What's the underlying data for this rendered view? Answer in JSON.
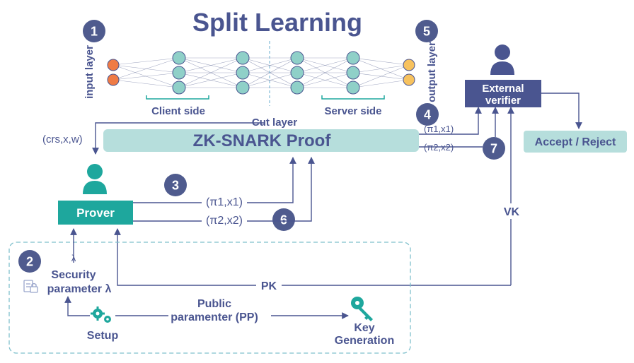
{
  "title": "Split Learning",
  "labels": {
    "input_layer": "input layer",
    "output_layer": "output layer",
    "client_side": "Client side",
    "server_side": "Server side",
    "cut_layer": "Cut layer",
    "crs": "(crs,x,w)",
    "zk_proof": "ZK-SNARK Proof",
    "prover": "Prover",
    "external_verifier_line1": "External",
    "external_verifier_line2": "verifier",
    "accept_reject": "Accept / Reject",
    "pi1_x1": "(π1,x1)",
    "pi2_x2": "(π2,x2)",
    "pi1_x1_small": "(π1,x1)",
    "pi2_x2_small": "(π2,x2)",
    "vk": "VK",
    "pk": "PK",
    "lambda": "λ",
    "security_line1": "Security",
    "security_line2": "parameter λ",
    "setup": "Setup",
    "public_line1": "Public",
    "public_line2": "paramenter (PP)",
    "key_line1": "Key",
    "key_line2": "Generation"
  },
  "badges": [
    "1",
    "2",
    "3",
    "4",
    "5",
    "6",
    "7"
  ],
  "colors": {
    "navy": "#4a5590",
    "badge": "#4f5b8e",
    "teal": "#1ea79d",
    "teal_dark": "#1a9a8f",
    "light_teal": "#b6dedc",
    "node_teal": "#8fd0c8",
    "input_orange": "#ef7b45",
    "output_yellow": "#f7c25e"
  },
  "icons": [
    "user-icon",
    "document-lock-icon",
    "gears-icon",
    "key-icon"
  ]
}
